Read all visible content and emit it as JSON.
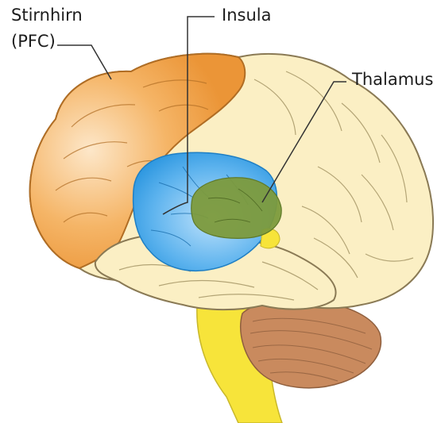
{
  "labels": {
    "prefrontal_line1": "Stirnhirn",
    "prefrontal_line2": "(PFC)",
    "insula": "Insula",
    "thalamus": "Thalamus"
  },
  "colors": {
    "prefrontal_cortex": "#f0a24a",
    "cortex": "#fbefc4",
    "insula": "#3fa2e6",
    "thalamus": "#7c9a3c",
    "cerebellum": "#c98a5e",
    "brainstem": "#f7e43a",
    "outline": "#8a7a55",
    "leader_line": "#333333"
  }
}
